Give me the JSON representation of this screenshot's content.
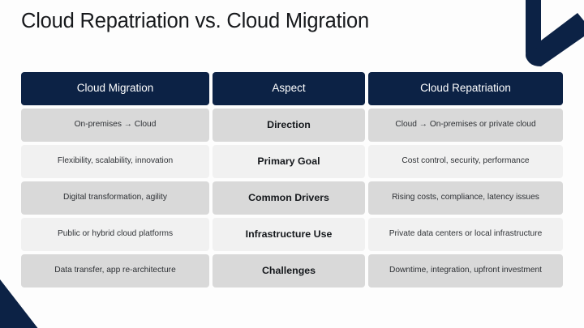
{
  "slide": {
    "title": "Cloud Repatriation vs. Cloud Migration",
    "background_color": "#fdfdfd",
    "accent_color": "#0c2245",
    "row_shade_dark": "#d9d9d9",
    "row_shade_light": "#f1f1f1",
    "decorations": [
      {
        "name": "arrow-down-right-shape",
        "position": "top-right",
        "color": "#0c2245"
      },
      {
        "name": "triangle-shape",
        "position": "bottom-left",
        "color": "#0c2245"
      }
    ]
  },
  "table": {
    "columns": [
      "Cloud Migration",
      "Aspect",
      "Cloud Repatriation"
    ],
    "rows": [
      {
        "migration": "On-premises → Cloud",
        "aspect": "Direction",
        "repatriation": "Cloud → On-premises or private cloud"
      },
      {
        "migration": "Flexibility, scalability, innovation",
        "aspect": "Primary Goal",
        "repatriation": "Cost control, security, performance"
      },
      {
        "migration": "Digital transformation, agility",
        "aspect": "Common Drivers",
        "repatriation": "Rising costs, compliance, latency issues"
      },
      {
        "migration": "Public or hybrid cloud platforms",
        "aspect": "Infrastructure Use",
        "repatriation": "Private data centers or local infrastructure"
      },
      {
        "migration": "Data transfer, app re-architecture",
        "aspect": "Challenges",
        "repatriation": "Downtime, integration, upfront investment"
      }
    ]
  }
}
